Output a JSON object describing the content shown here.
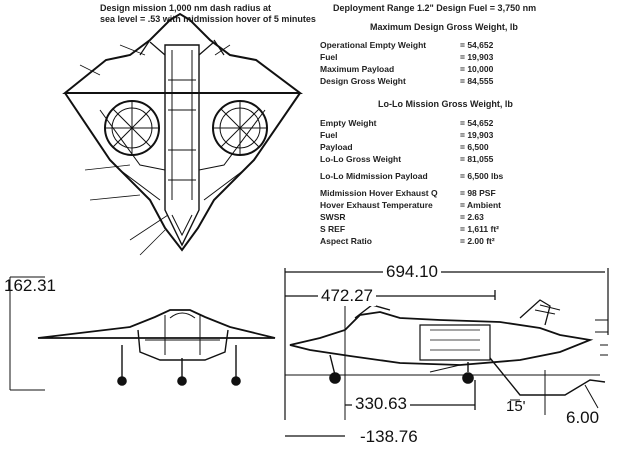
{
  "header_left": {
    "line1": "Design mission 1,000 nm dash radius at",
    "line2": "sea level = .53 with midmission hover of 5 minutes"
  },
  "header_right": "Deployment Range 1.2\" Design Fuel = 3,750 nm",
  "design_weight": {
    "title": "Maximum Design Gross Weight, lb",
    "rows": [
      {
        "label": "Operational Empty Weight",
        "value": "= 54,652"
      },
      {
        "label": "Fuel",
        "value": "= 19,903"
      },
      {
        "label": "Maximum Payload",
        "value": "= 10,000"
      },
      {
        "label": "Design Gross Weight",
        "value": "= 84,555"
      }
    ]
  },
  "lolo_weight": {
    "title": "Lo-Lo Mission Gross Weight, lb",
    "rows": [
      {
        "label": "Empty Weight",
        "value": "= 54,652"
      },
      {
        "label": "Fuel",
        "value": "= 19,903"
      },
      {
        "label": "Payload",
        "value": "= 6,500"
      },
      {
        "label": "Lo-Lo Gross Weight",
        "value": "= 81,055"
      }
    ],
    "midmission": {
      "label": "Lo-Lo Midmission Payload",
      "value": "= 6,500 lbs"
    }
  },
  "hover_params": {
    "rows": [
      {
        "label": "Midmission Hover Exhaust Q",
        "value": "= 98 PSF"
      },
      {
        "label": "Hover Exhaust Temperature",
        "value": "= Ambient"
      },
      {
        "label": "SWSR",
        "value": "= 2.63"
      },
      {
        "label": "S REF",
        "value": "= 1,611 ft²"
      },
      {
        "label": "Aspect Ratio",
        "value": "= 2.00 ft²"
      }
    ]
  },
  "dimensions": {
    "height": "162.31",
    "overall_length": "694.10",
    "length_a": "472.27",
    "length_b": "330.63",
    "length_c": "15'",
    "length_d": "6.00",
    "length_e": "-138.76"
  },
  "colors": {
    "ink": "#111111",
    "paper": "#ffffff",
    "grey": "#666666"
  }
}
